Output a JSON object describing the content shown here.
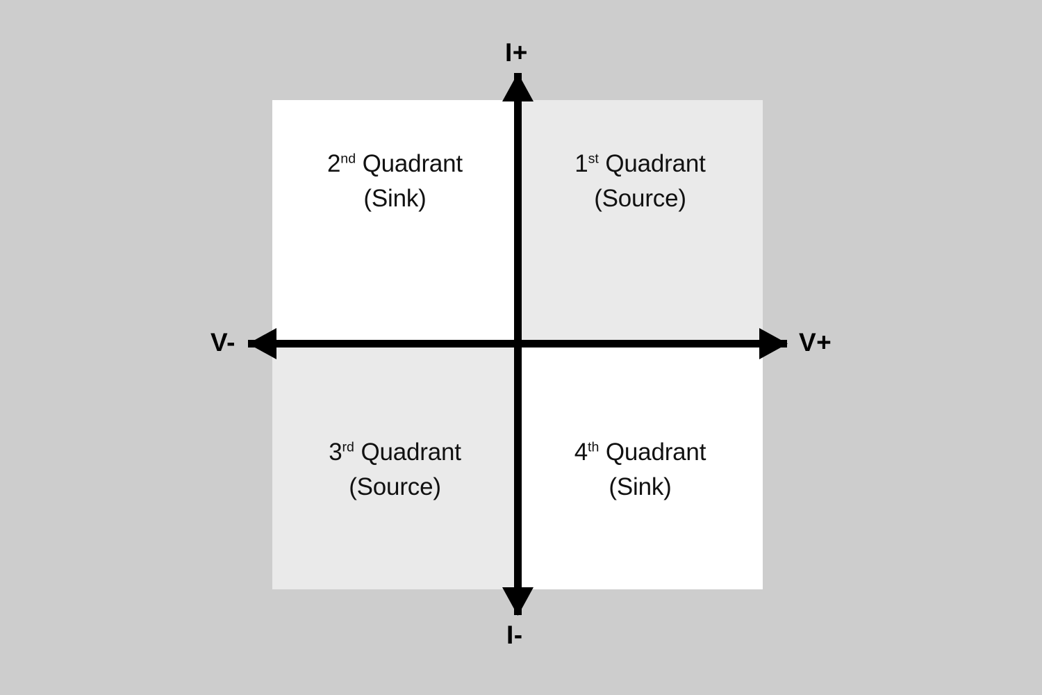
{
  "diagram": {
    "type": "four-quadrant-vi-operation",
    "background_color": "#cdcdcd",
    "shaded_quadrant_color": "#eaeaea",
    "plain_quadrant_color": "#ffffff",
    "axis_color": "#000000",
    "text_color": "#111111"
  },
  "axes": {
    "vertical": {
      "name": "current",
      "positive_label": "I+",
      "negative_label": "I-"
    },
    "horizontal": {
      "name": "voltage",
      "negative_label": "V-",
      "positive_label": "V+"
    }
  },
  "quadrants": [
    {
      "id": "q2",
      "ordinal_number": "2",
      "ordinal_suffix": "nd",
      "noun": "Quadrant",
      "title_plain": "2nd Quadrant",
      "mode": "(Sink)",
      "position": "top-left",
      "fill": "white",
      "voltage_sign": "negative",
      "current_sign": "positive"
    },
    {
      "id": "q1",
      "ordinal_number": "1",
      "ordinal_suffix": "st",
      "noun": "Quadrant",
      "title_plain": "1st Quadrant",
      "mode": "(Source)",
      "position": "top-right",
      "fill": "shaded",
      "voltage_sign": "positive",
      "current_sign": "positive"
    },
    {
      "id": "q3",
      "ordinal_number": "3",
      "ordinal_suffix": "rd",
      "noun": "Quadrant",
      "title_plain": "3rd Quadrant",
      "mode": "(Source)",
      "position": "bottom-left",
      "fill": "shaded",
      "voltage_sign": "negative",
      "current_sign": "negative"
    },
    {
      "id": "q4",
      "ordinal_number": "4",
      "ordinal_suffix": "th",
      "noun": "Quadrant",
      "title_plain": "4th Quadrant",
      "mode": "(Sink)",
      "position": "bottom-right",
      "fill": "white",
      "voltage_sign": "positive",
      "current_sign": "negative"
    }
  ]
}
